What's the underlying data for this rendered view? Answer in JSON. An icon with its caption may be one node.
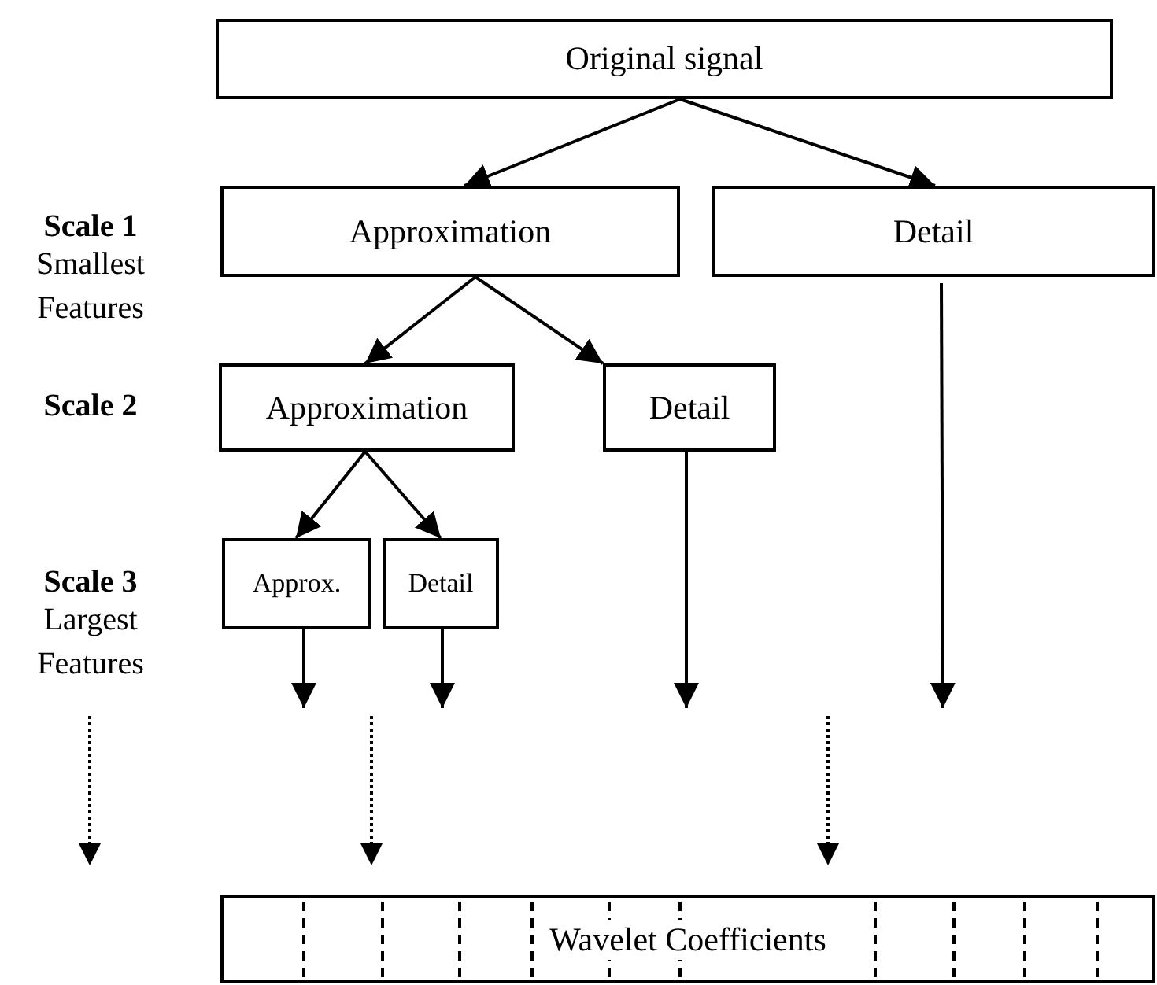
{
  "diagram": {
    "nodes": [
      {
        "text": [
          "Original signal"
        ]
      },
      {
        "text": [
          "Approximation"
        ]
      },
      {
        "text": [
          "Detail"
        ]
      },
      {
        "text": [
          "Approximation"
        ]
      },
      {
        "text": [
          "Detail"
        ]
      },
      {
        "text": [
          "Approx."
        ]
      },
      {
        "text": [
          "Detail"
        ]
      },
      {
        "text": [
          "Wavelet Coefficients"
        ]
      }
    ],
    "edges": [
      {
        "from": 0,
        "to": 1,
        "arrow": "to"
      },
      {
        "from": 0,
        "to": 2,
        "arrow": "to"
      },
      {
        "from": 1,
        "to": 3,
        "arrow": "to"
      },
      {
        "from": 1,
        "to": 4,
        "arrow": "to"
      },
      {
        "from": 3,
        "to": 5,
        "arrow": "to"
      },
      {
        "from": 3,
        "to": 6,
        "arrow": "to"
      },
      {
        "from": 5,
        "to": null,
        "arrow": "to"
      },
      {
        "from": 6,
        "to": null,
        "arrow": "to"
      },
      {
        "from": 4,
        "to": null,
        "arrow": "to"
      },
      {
        "from": 2,
        "to": null,
        "arrow": "to"
      }
    ],
    "labels": [
      "Scale 1",
      "Smallest Features",
      "Scale 2",
      "Scale 3",
      "Largest Features"
    ]
  }
}
